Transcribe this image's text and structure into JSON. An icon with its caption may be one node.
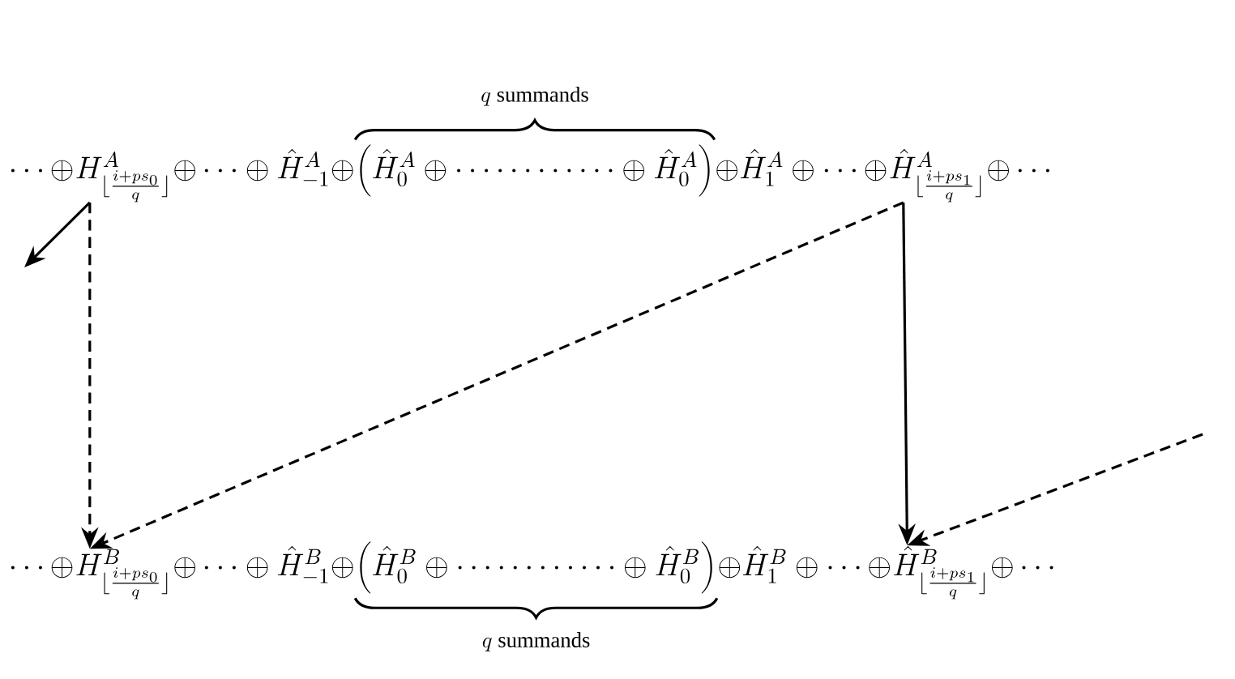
{
  "diagram": {
    "nodes": [
      {
        "text": [
          "H^{A}_{\\lfloor\\frac{i+ps_0}{q}\\rfloor}"
        ]
      },
      {
        "text": [
          "\\hat{H}^{A}_{\\lfloor\\frac{i+ps_1}{q}\\rfloor}"
        ]
      },
      {
        "text": [
          "H^{B}_{\\lfloor\\frac{i+ps_0}{q}\\rfloor}"
        ]
      },
      {
        "text": [
          "\\hat{H}^{B}_{\\lfloor\\frac{i+ps_1}{q}\\rfloor}"
        ]
      }
    ],
    "edges": [
      {
        "from": 0,
        "to": null,
        "arrow": "to"
      },
      {
        "from": 0,
        "to": 2,
        "arrow": "to",
        "style": "dashed"
      },
      {
        "from": 1,
        "to": 2,
        "arrow": "to",
        "style": "dashed"
      },
      {
        "from": 1,
        "to": 3,
        "arrow": "to"
      },
      {
        "from": null,
        "to": 3,
        "arrow": "to",
        "style": "dashed"
      }
    ],
    "labels": [
      "q\\ \\mbox{summands}",
      "\\cdots\\oplus",
      "\\oplus\\cdots\\oplus\\hat{H}^{A}_{-1}\\oplus",
      "\\bigg(\\hat{H}^{A}_{0}\\oplus\\cdots\\cdots\\cdots\\cdots\\oplus\\hat{H}^{A}_{0}\\bigg)",
      "\\oplus\\hat{H}^{A}_{1}\\oplus\\cdots\\oplus",
      "\\oplus\\cdots",
      "\\cdots\\oplus",
      "\\oplus\\cdots\\oplus\\hat{H}^{B}_{-1}\\oplus",
      "\\bigg(\\hat{H}^{B}_{0}\\oplus\\cdots\\cdots\\cdots\\cdots\\oplus\\hat{H}^{B}_{0}\\bigg)",
      "\\oplus\\hat{H}^{B}_{1}\\oplus\\cdots\\oplus",
      "\\oplus\\cdots",
      "q\\ \\mbox{summands}"
    ]
  }
}
